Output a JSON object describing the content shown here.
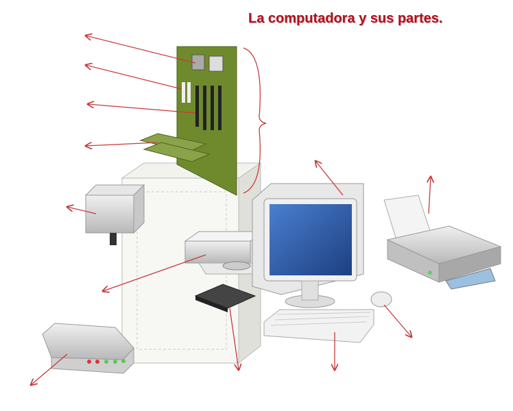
{
  "title": "La computadora y sus partes.",
  "colors": {
    "title": "#b01020",
    "arrow": "#c8383a",
    "board": "#6f8a2c",
    "screen": "#2d5fa8"
  },
  "components": [
    "motherboard",
    "processor",
    "ram",
    "expansion-slots",
    "expansion-cards",
    "power-supply",
    "case",
    "optical-drive",
    "hard-drive",
    "monitor",
    "keyboard",
    "mouse",
    "printer",
    "modem"
  ]
}
